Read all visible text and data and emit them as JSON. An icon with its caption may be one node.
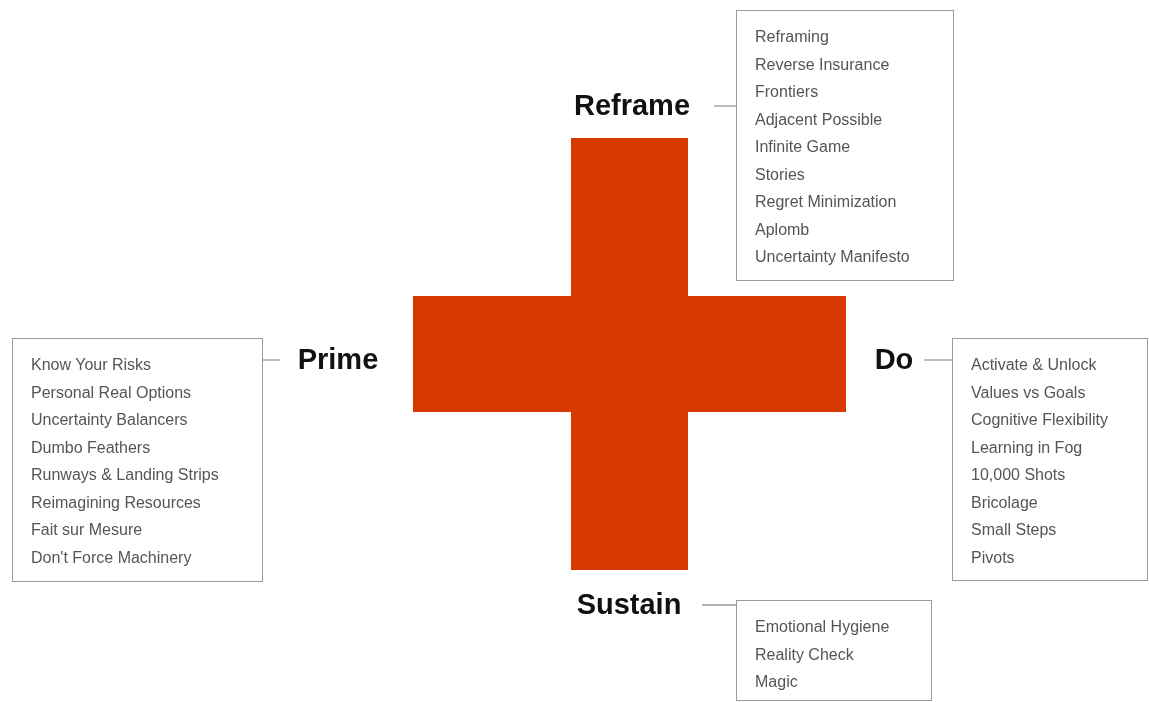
{
  "diagram": {
    "nodes": [
      {
        "text": [
          "Reframe"
        ]
      },
      {
        "text": [
          "Reframing",
          "Reverse Insurance",
          "Frontiers",
          "Adjacent Possible",
          "Infinite Game",
          "Stories",
          "Regret Minimization",
          "Aplomb",
          "Uncertainty Manifesto"
        ]
      },
      {
        "text": [
          "Prime"
        ]
      },
      {
        "text": [
          "Know Your Risks",
          "Personal Real Options",
          "Uncertainty Balancers",
          "Dumbo Feathers",
          "Runways & Landing Strips",
          "Reimagining Resources",
          "Fait sur Mesure",
          "Don't Force Machinery"
        ]
      },
      {
        "text": [
          "Do"
        ]
      },
      {
        "text": [
          "Activate & Unlock",
          "Values vs Goals",
          "Cognitive Flexibility",
          "Learning in Fog",
          "10,000 Shots",
          "Bricolage",
          "Small Steps",
          "Pivots"
        ]
      },
      {
        "text": [
          "Sustain"
        ]
      },
      {
        "text": [
          "Emotional Hygiene",
          "Reality Check",
          "Magic"
        ]
      }
    ],
    "edges": [
      {
        "from": 0,
        "to": 1,
        "arrow": "none"
      },
      {
        "from": 2,
        "to": 3,
        "arrow": "none"
      },
      {
        "from": 4,
        "to": 5,
        "arrow": "none"
      },
      {
        "from": 6,
        "to": 7,
        "arrow": "none"
      }
    ]
  }
}
